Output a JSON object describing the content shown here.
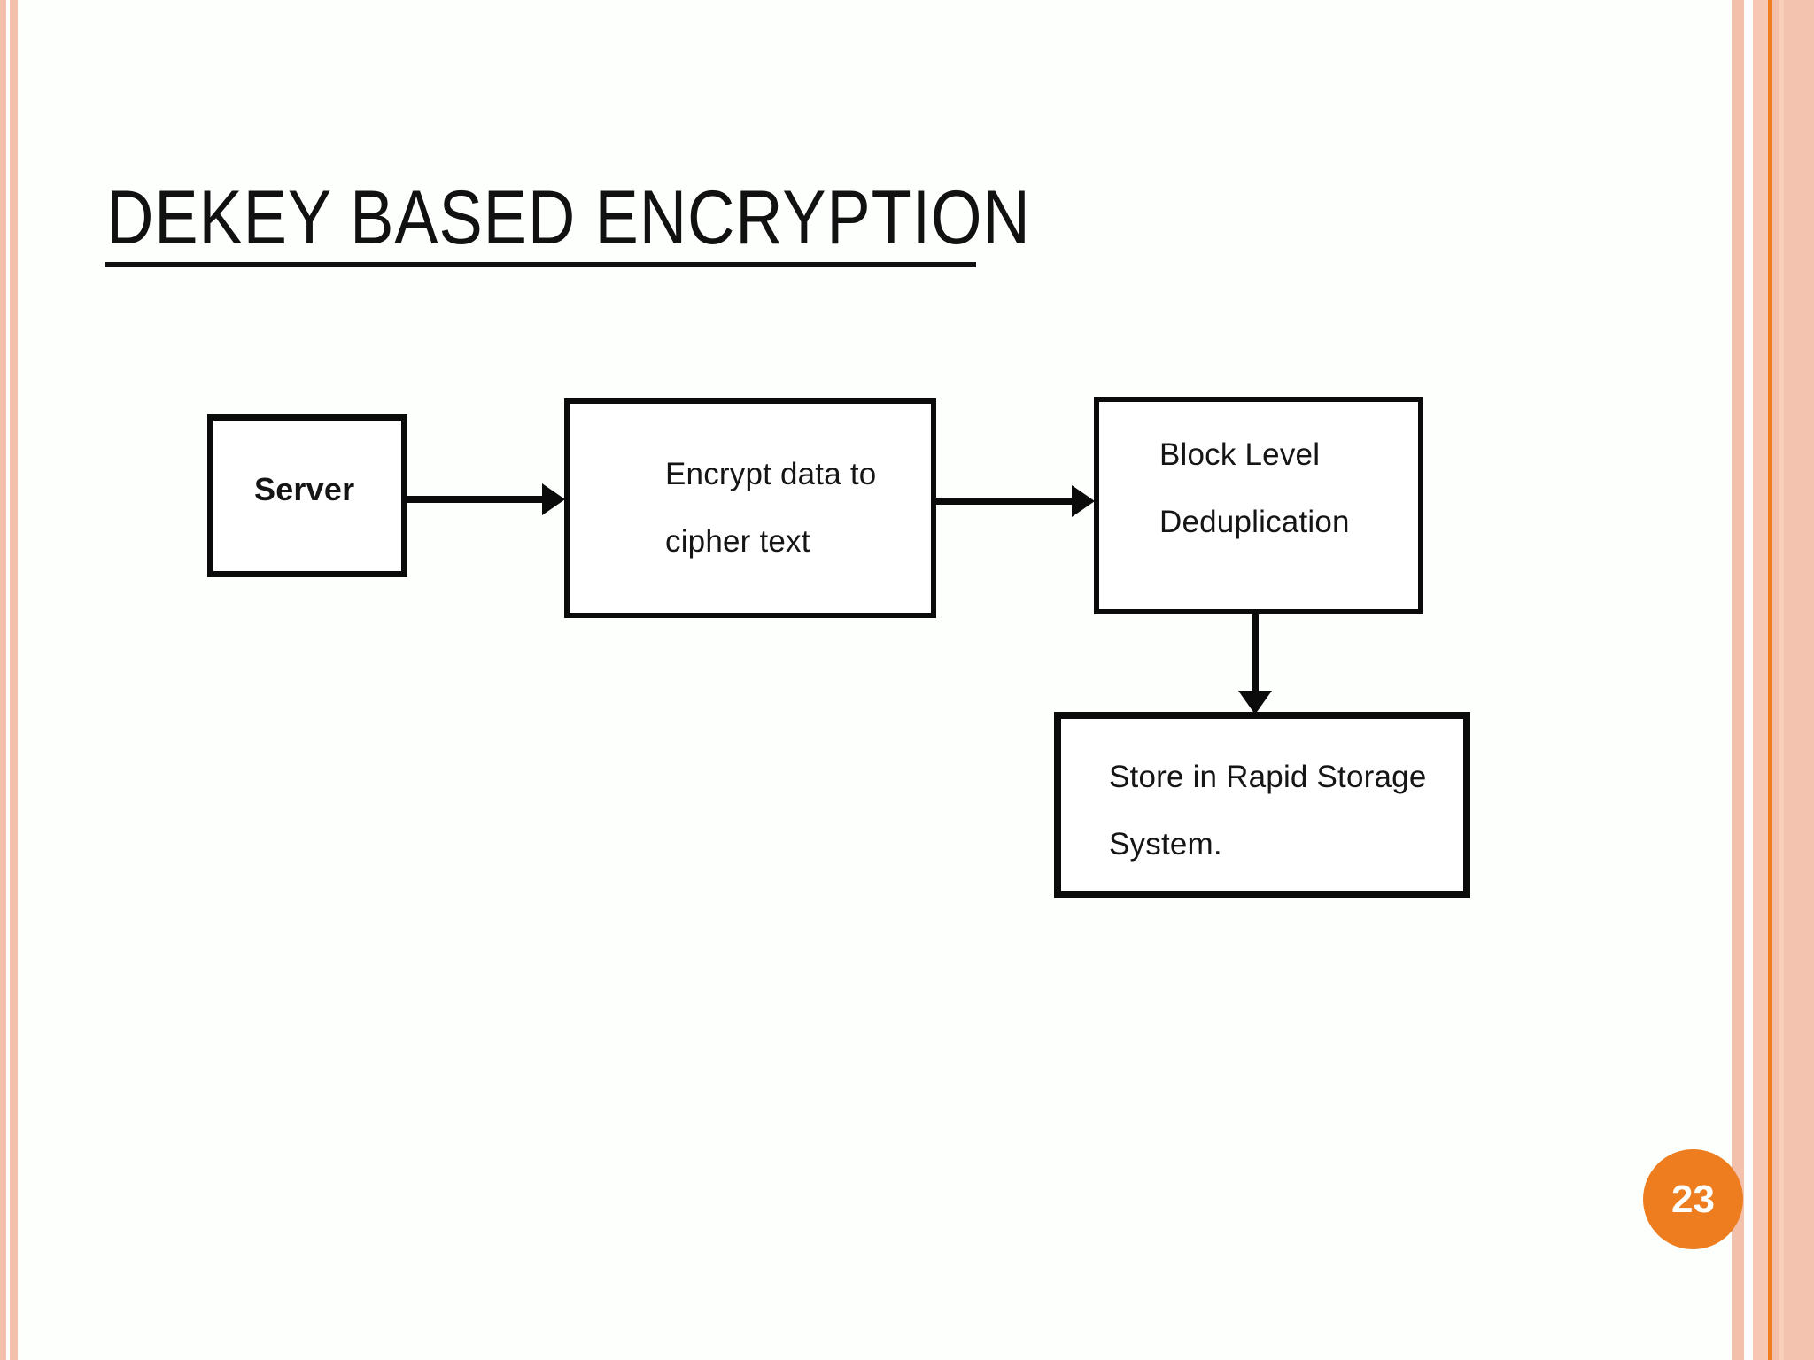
{
  "slide": {
    "title": "DEKEY BASED ENCRYPTION",
    "page_number": "23",
    "background_color": "#fdfffd",
    "accent_color": "#ed7d1f",
    "stripe_color": "#f3c0ac",
    "line_color": "#0b0b0b"
  },
  "diagram": {
    "type": "flowchart",
    "nodes": [
      {
        "id": "server",
        "label": "Server",
        "text_align": "left",
        "bold": true
      },
      {
        "id": "encrypt",
        "label": "Encrypt data to\ncipher text",
        "text_align": "left",
        "bold": false
      },
      {
        "id": "dedup",
        "label": "Block Level\nDeduplication",
        "text_align": "left",
        "bold": false
      },
      {
        "id": "store",
        "label": "Store in Rapid Storage\nSystem.",
        "text_align": "left",
        "bold": false
      }
    ],
    "edges": [
      {
        "from": "server",
        "to": "encrypt",
        "direction": "right"
      },
      {
        "from": "encrypt",
        "to": "dedup",
        "direction": "right"
      },
      {
        "from": "dedup",
        "to": "store",
        "direction": "down"
      }
    ]
  }
}
